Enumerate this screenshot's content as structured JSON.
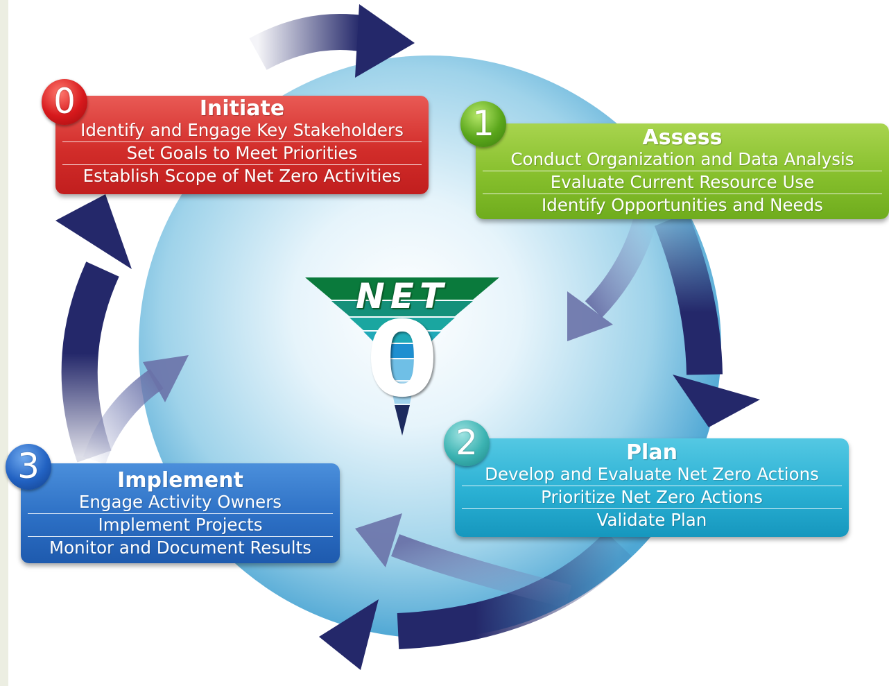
{
  "logo": {
    "net": "NET",
    "zero": "0"
  },
  "steps": [
    {
      "number": "0",
      "title": "Initiate",
      "lines": [
        "Identify and Engage Key Stakeholders",
        "Set Goals to Meet Priorities",
        "Establish Scope of Net Zero Activities"
      ],
      "color": "#d22d2a"
    },
    {
      "number": "1",
      "title": "Assess",
      "lines": [
        "Conduct Organization and Data Analysis",
        "Evaluate Current Resource Use",
        "Identify Opportunities and Needs"
      ],
      "color": "#86bf2c"
    },
    {
      "number": "2",
      "title": "Plan",
      "lines": [
        "Develop and Evaluate Net Zero Actions",
        "Prioritize Net Zero Actions",
        "Validate Plan"
      ],
      "color": "#2ab0d3"
    },
    {
      "number": "3",
      "title": "Implement",
      "lines": [
        "Engage Activity Owners",
        "Implement Projects",
        "Monitor and Document Results"
      ],
      "color": "#2c6fc4"
    }
  ],
  "colors": {
    "arrow": "#24286a",
    "sphere": "#8ccbe6",
    "logo_green": "#0a7a3c",
    "logo_teal": "#1aa6a0",
    "logo_blue": "#1e8fd0",
    "logo_navy": "#1c2a5e"
  }
}
